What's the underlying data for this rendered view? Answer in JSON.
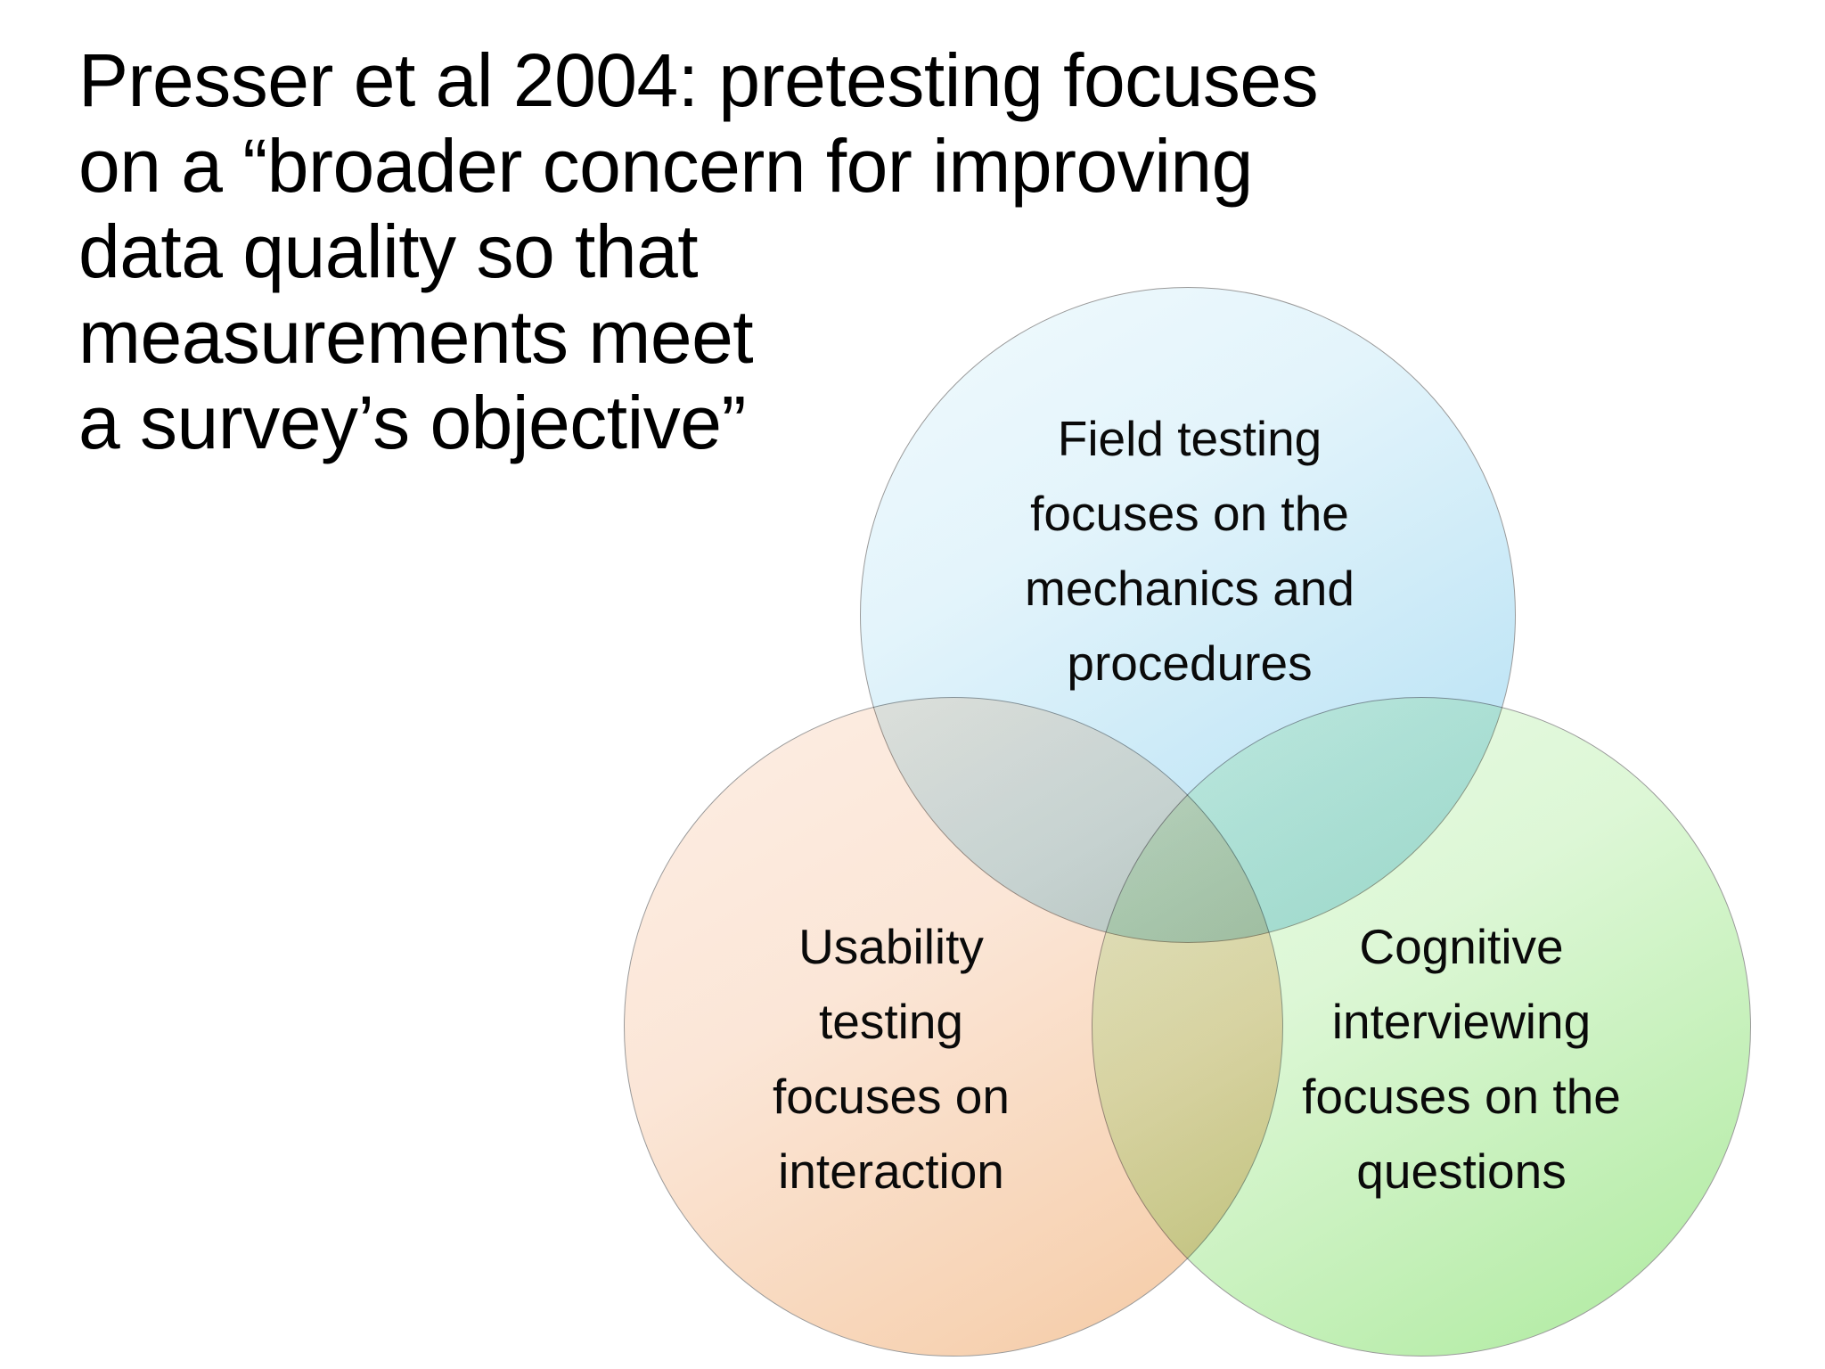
{
  "slide": {
    "background_color": "#ffffff",
    "title_lines": [
      "Presser et al 2004: pretesting focuses",
      "on a “broader concern for improving",
      "data quality so that",
      "measurements meet",
      "a survey’s objective”"
    ],
    "title_full": "Presser et al 2004: pretesting focuses on a “broader concern for improving data quality so that measurements meet a survey’s objective”"
  },
  "diagram": {
    "type": "venn",
    "set_count": 3,
    "circles": [
      {
        "id": "field-testing",
        "label": "Field testing focuses on the mechanics and procedures",
        "label_lines": [
          "Field testing",
          "focuses on the",
          "mechanics and",
          "procedures"
        ],
        "position": "top",
        "fill_color": "#cfeaf8",
        "border_color": "#9a9a9a"
      },
      {
        "id": "usability-testing",
        "label": "Usability testing focuses on interaction",
        "label_lines": [
          "Usability",
          "testing",
          "focuses on",
          "interaction"
        ],
        "position": "bottom-left",
        "fill_color": "#f9ddc8",
        "border_color": "#9a9a9a"
      },
      {
        "id": "cognitive-interviewing",
        "label": "Cognitive interviewing focuses on the questions",
        "label_lines": [
          "Cognitive",
          "interviewing",
          "focuses on the",
          "questions"
        ],
        "position": "bottom-right",
        "fill_color": "#cdf0c2",
        "border_color": "#9a9a9a"
      }
    ],
    "overlap_colors": {
      "field_usability": "#dcdcd8",
      "field_cognitive": "#c6ecea",
      "usability_cognitive": "#ece4bd",
      "all_three": "#e2e3c9"
    }
  }
}
